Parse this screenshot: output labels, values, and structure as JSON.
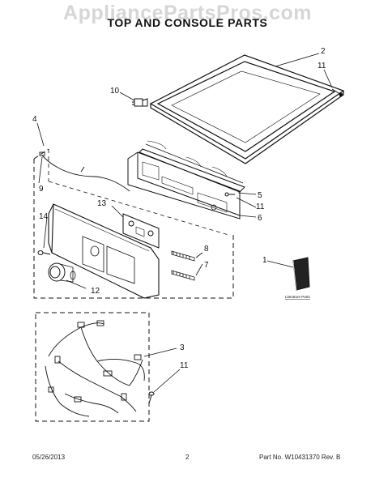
{
  "watermark": "AppliancePartsPros.com",
  "title": "TOP AND CONSOLE PARTS",
  "callouts": {
    "c1": "1",
    "c2": "2",
    "c3": "3",
    "c4": "4",
    "c5": "5",
    "c6": "6",
    "c7": "7",
    "c8": "8",
    "c9": "9",
    "c10": "10",
    "c11a": "11",
    "c11b": "11",
    "c11c": "11",
    "c12": "12",
    "c13": "13",
    "c14": "14"
  },
  "literature_label": "Literature Parts",
  "footer": {
    "date": "05/26/2013",
    "page": "2",
    "part_no": "Part No. W10431370 Rev. B"
  },
  "icons": [
    "top-panel",
    "console-panel",
    "wire-harness",
    "screw",
    "control-board",
    "knob",
    "literature-booklet"
  ]
}
